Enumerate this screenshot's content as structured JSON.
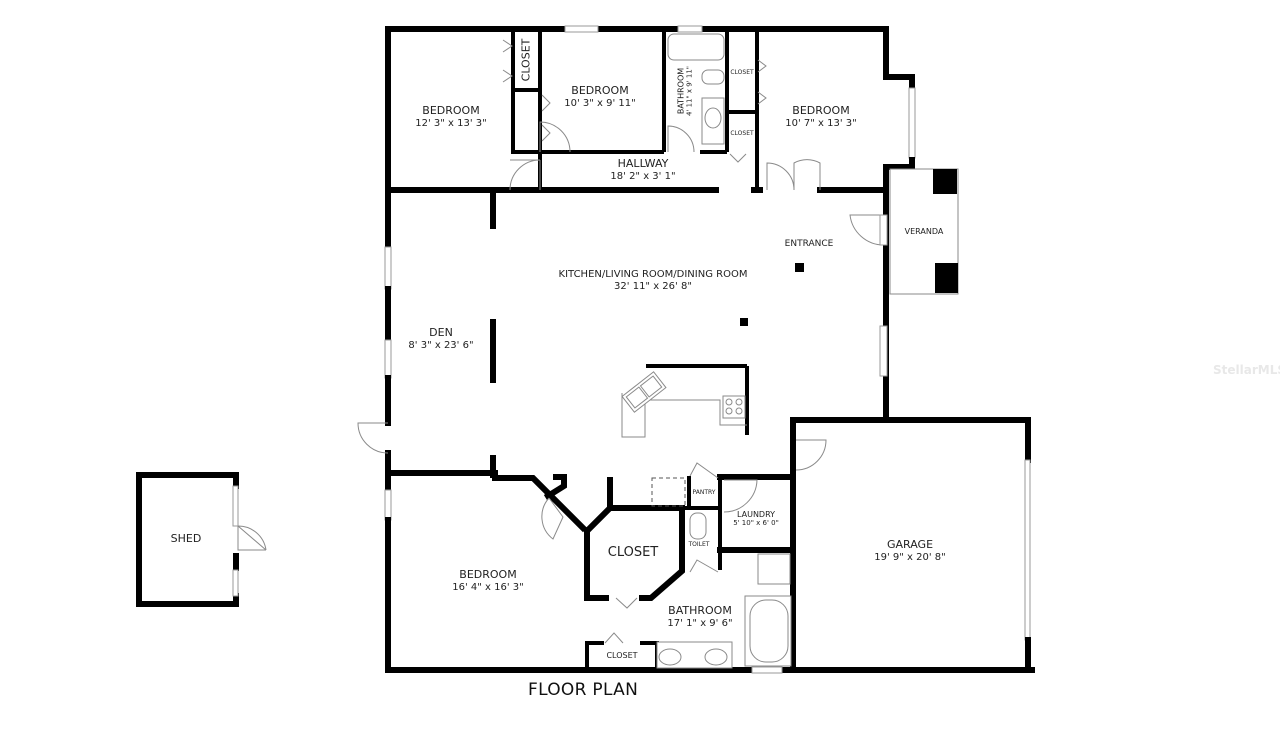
{
  "title": "FLOOR PLAN",
  "watermark": "StellarMLS",
  "rooms": [
    {
      "id": "bedroom-nw",
      "name": "BEDROOM",
      "dims": "12' 3\" x 13' 3\""
    },
    {
      "id": "closet-nw",
      "name": "CLOSET",
      "dims": ""
    },
    {
      "id": "bedroom-n",
      "name": "BEDROOM",
      "dims": "10' 3\" x 9' 11\""
    },
    {
      "id": "bathroom-n",
      "name": "BATHROOM",
      "dims": "4' 11\" x 9' 11\""
    },
    {
      "id": "closet-ne-1",
      "name": "CLOSET",
      "dims": ""
    },
    {
      "id": "closet-ne-2",
      "name": "CLOSET",
      "dims": ""
    },
    {
      "id": "bedroom-ne",
      "name": "BEDROOM",
      "dims": "10' 7\" x 13' 3\""
    },
    {
      "id": "hallway",
      "name": "HALLWAY",
      "dims": "18' 2\" x 3' 1\""
    },
    {
      "id": "veranda",
      "name": "VERANDA",
      "dims": ""
    },
    {
      "id": "entrance",
      "name": "ENTRANCE",
      "dims": ""
    },
    {
      "id": "kitchen-living-dining",
      "name": "KITCHEN/LIVING ROOM/DINING ROOM",
      "dims": "32' 11\" x 26' 8\""
    },
    {
      "id": "den",
      "name": "DEN",
      "dims": "8' 3\" x 23' 6\""
    },
    {
      "id": "pantry",
      "name": "PANTRY",
      "dims": ""
    },
    {
      "id": "laundry",
      "name": "LAUNDRY",
      "dims": "5' 10\" x 6' 0\""
    },
    {
      "id": "toilet",
      "name": "TOILET",
      "dims": ""
    },
    {
      "id": "closet-master",
      "name": "CLOSET",
      "dims": ""
    },
    {
      "id": "bedroom-master",
      "name": "BEDROOM",
      "dims": "16' 4\" x 16' 3\""
    },
    {
      "id": "bathroom-master",
      "name": "BATHROOM",
      "dims": "17' 1\" x 9' 6\""
    },
    {
      "id": "closet-bath",
      "name": "CLOSET",
      "dims": ""
    },
    {
      "id": "garage",
      "name": "GARAGE",
      "dims": "19' 9\" x 20' 8\""
    },
    {
      "id": "shed",
      "name": "SHED",
      "dims": ""
    }
  ]
}
